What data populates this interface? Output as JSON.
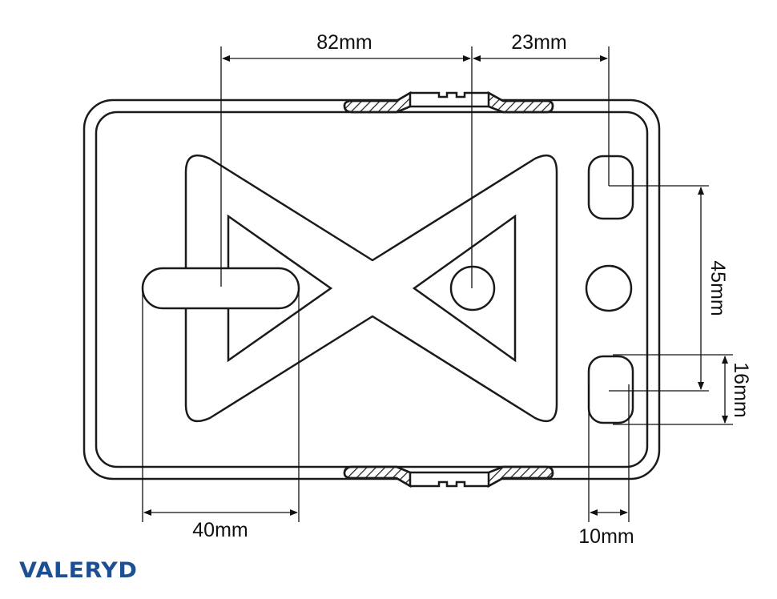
{
  "dimensions": {
    "d82": "82mm",
    "d23": "23mm",
    "d45": "45mm",
    "d16": "16mm",
    "d40": "40mm",
    "d10": "10mm"
  },
  "brand": {
    "name": "VALERYD",
    "color": "#1d4f91"
  },
  "colors": {
    "line": "#1a1a1a"
  }
}
